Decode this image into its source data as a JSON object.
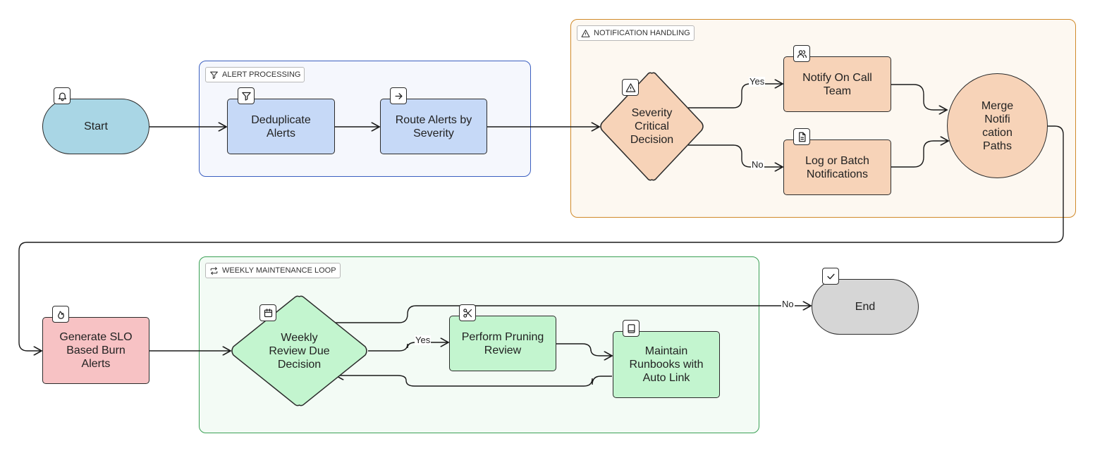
{
  "colors": {
    "alert_processing_border": "#3b5fc0",
    "alert_processing_fill": "#f5f7fd",
    "notification_border": "#d08a2a",
    "notification_fill": "#fdf8f1",
    "maintenance_border": "#3aa055",
    "maintenance_fill": "#f3fbf5",
    "start_fill": "#a9d6e5",
    "blue_fill": "#c6d9f7",
    "orange_fill": "#f7d3b8",
    "red_fill": "#f7c2c4",
    "green_fill": "#c3f5cf",
    "gray_fill": "#d6d6d6"
  },
  "groups": {
    "alert_processing": {
      "label": "ALERT PROCESSING",
      "icon": "filter-icon"
    },
    "notification_handling": {
      "label": "NOTIFICATION HANDLING",
      "icon": "warning-icon"
    },
    "weekly_maintenance": {
      "label": "WEEKLY MAINTENANCE LOOP",
      "icon": "repeat-icon"
    }
  },
  "nodes": {
    "start": {
      "label": "Start",
      "icon": "bell-icon"
    },
    "deduplicate": {
      "label": "Deduplicate\nAlerts",
      "icon": "filter-icon"
    },
    "route": {
      "label": "Route Alerts by\nSeverity",
      "icon": "arrow-right-icon"
    },
    "severity": {
      "label": "Severity\nCritical\nDecision",
      "icon": "warning-icon"
    },
    "notify": {
      "label": "Notify On Call\nTeam",
      "icon": "users-icon"
    },
    "log": {
      "label": "Log or Batch\nNotifications",
      "icon": "file-text-icon"
    },
    "merge": {
      "label": "Merge\nNotifi\ncation\nPaths"
    },
    "generate": {
      "label": "Generate SLO\nBased Burn\nAlerts",
      "icon": "flame-icon"
    },
    "weekly": {
      "label": "Weekly\nReview Due\nDecision",
      "icon": "calendar-icon"
    },
    "pruning": {
      "label": "Perform Pruning\nReview",
      "icon": "scissors-icon"
    },
    "runbooks": {
      "label": "Maintain\nRunbooks with\nAuto Link",
      "icon": "book-icon"
    },
    "end": {
      "label": "End",
      "icon": "check-icon"
    }
  },
  "edge_labels": {
    "severity_yes": "Yes",
    "severity_no": "No",
    "weekly_yes": "Yes",
    "weekly_no": "No"
  }
}
